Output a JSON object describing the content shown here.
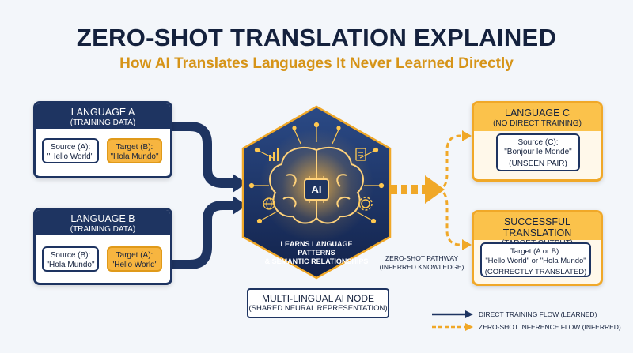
{
  "title": "ZERO-SHOT TRANSLATION EXPLAINED",
  "subtitle": "How AI Translates Languages It Never Learned Directly",
  "language_a": {
    "title": "LANGUAGE A",
    "subtitle": "(TRAINING DATA)",
    "source_label": "Source (A):",
    "source_text": "\"Hello World\"",
    "target_label": "Target (B):",
    "target_text": "\"Hola Mundo\""
  },
  "language_b": {
    "title": "LANGUAGE B",
    "subtitle": "(TRAINING DATA)",
    "source_label": "Source (B):",
    "source_text": "\"Hola Mundo\"",
    "target_label": "Target (A):",
    "target_text": "\"Hello World\""
  },
  "ai_node": {
    "badge": "AI",
    "caption_line1": "LEARNS LANGUAGE PATTERNS",
    "caption_line2": "& SEMANTIC RELATIONSHIPS",
    "label_line1": "MULTI-LINGUAL AI NODE",
    "label_line2": "(SHARED NEURAL REPRESENTATION)"
  },
  "zero_shot_path": {
    "line1": "ZERO-SHOT PATHWAY",
    "line2": "(INFERRED KNOWLEDGE)"
  },
  "language_c": {
    "title": "LANGUAGE C",
    "subtitle": "(NO DIRECT TRAINING)",
    "source_label": "Source (C):",
    "source_text": "\"Bonjour le Monde\"",
    "note": "(UNSEEN PAIR)"
  },
  "result": {
    "title": "SUCCESSFUL TRANSLATION",
    "subtitle": "(TARGET OUTPUT)",
    "target_label": "Target (A or B):",
    "target_text": "\"Hello World\" or \"Hola Mundo\"",
    "note": "(CORRECTLY TRANSLATED)"
  },
  "legend": {
    "direct": "DIRECT TRAINING FLOW (LEARNED)",
    "zero_shot": "ZERO-SHOT INFERENCE FLOW (INFERRED)"
  },
  "colors": {
    "navy": "#1e3461",
    "orange": "#f0a828",
    "gold_text": "#d69418"
  }
}
